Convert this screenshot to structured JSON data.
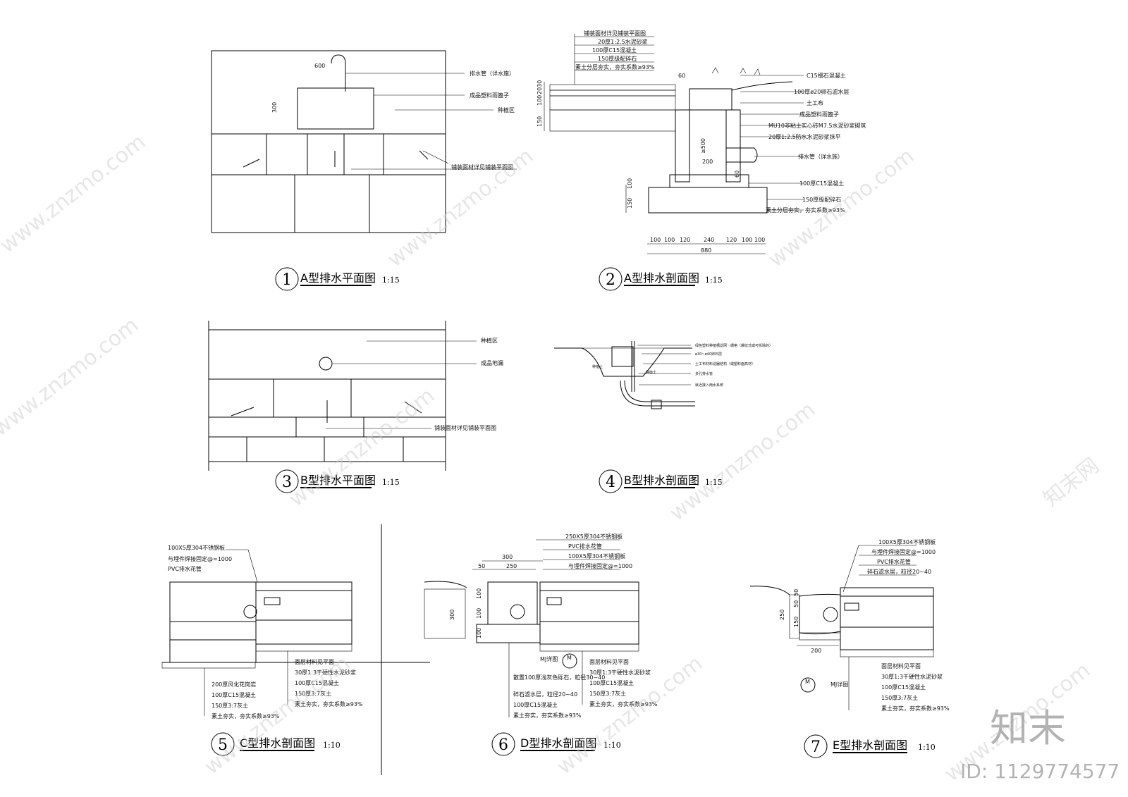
{
  "figures": {
    "f1": {
      "num": "1",
      "title": "A型排水平面图",
      "scale": "1:15",
      "labels": [
        "排水管（详水施）",
        "成品塑料雨篦子",
        "种植区",
        "铺装面材详见铺装平面图"
      ],
      "dims": [
        "600",
        "300"
      ]
    },
    "f2": {
      "num": "2",
      "title": "A型排水剖面图",
      "scale": "1:15",
      "top_labels": [
        "铺装面材详见铺装平面图",
        "20厚1:2.5水泥砂浆",
        "100厚C15混凝土",
        "150厚级配碎石",
        "素土分层夯实，夯实系数≥93%"
      ],
      "right_labels": [
        "C15细石混凝土",
        "100厚ø20卵石滤水层",
        "土工布",
        "成品塑料雨篦子",
        "MU10非粘土实心砖M7.5水泥砂浆砌筑",
        "20厚1:2.5防水水泥砂浆抹平",
        "排水管（详水施）",
        "100厚C15混凝土",
        "150厚级配碎石",
        "素土分层夯实，夯实系数≥93%"
      ],
      "dims_bottom": [
        "100",
        "100",
        "120",
        "240",
        "120",
        "100",
        "100"
      ],
      "dim_total": "880",
      "dims_left": [
        "150",
        "100",
        "2030",
        "150",
        "100"
      ],
      "dims_mid": [
        "60",
        "≥500",
        "200",
        "60"
      ]
    },
    "f3": {
      "num": "3",
      "title": "B型排水平面图",
      "scale": "1:15",
      "labels": [
        "种植区",
        "成品地漏",
        "铺装面材详见铺装平面图"
      ]
    },
    "f4": {
      "num": "4",
      "title": "B型排水剖面图",
      "scale": "1:15",
      "labels": [
        "绿色塑料种植槽滤网＼栅格（螺纹式或可拆除的）",
        "ø30~ø40卵石层",
        "土工布材料滤器结构（或塑料面高材）",
        "多孔排水管",
        "就近接入雨水系统"
      ],
      "soil": [
        "种植土",
        "种植土"
      ]
    },
    "f5": {
      "num": "5",
      "title": "C型排水剖面图",
      "scale": "1:10",
      "top_labels": [
        "100X5厚304不锈钢板",
        "与埋件焊接固定@=1000",
        "PVC排水花管"
      ],
      "left_labels": [
        "200厚风化花岗岩",
        "100厚C15混凝土",
        "150厚3:7灰土",
        "素土夯实，夯实系数≥93%"
      ],
      "right_labels": [
        "面层材料见平面",
        "30厚1:3干硬性水泥砂浆",
        "100厚C15混凝土",
        "150厚3:7灰土",
        "素土夯实，夯实系数≥93%"
      ]
    },
    "f6": {
      "num": "6",
      "title": "D型排水剖面图",
      "scale": "1:10",
      "top_labels": [
        "250X5厚304不锈钢板",
        "PVC排水花管",
        "100X5厚304不锈钢板",
        "与埋件焊接固定@=1000"
      ],
      "dims": [
        "300",
        "50",
        "250",
        "100",
        "100",
        "100",
        "300"
      ],
      "mj": "MJ详图",
      "m": "M",
      "left_labels": [
        "散置100厚浅灰色砾石，粒径30~40",
        "碎石滤水层，粒径20~40",
        "100厚C15混凝土",
        "素土夯实，夯实系数≥93%"
      ],
      "right_labels": [
        "面层材料见平面",
        "30厚1:3干硬性水泥砂浆",
        "100厚C15混凝土",
        "150厚3:7灰土",
        "素土夯实，夯实系数≥93%"
      ]
    },
    "f7": {
      "num": "7",
      "title": "E型排水剖面图",
      "scale": "1:10",
      "top_labels": [
        "100X5厚304不锈钢板",
        "与埋件焊接固定@=1000",
        "PVC排水花管",
        "碎石滤水层，粒径20~40"
      ],
      "dims": [
        "250",
        "50",
        "50",
        "150",
        "200"
      ],
      "mj": "MJ详图",
      "m": "M",
      "right_labels": [
        "面层材料见平面",
        "30厚1:3干硬性水泥砂浆",
        "100厚C15混凝土",
        "150厚3:7灰土",
        "素土夯实，夯实系数≥93%"
      ]
    }
  },
  "watermark": {
    "site": "www.znzmo.com",
    "brand": "知末网",
    "logo": "知末",
    "id": "ID: 1129774577"
  }
}
